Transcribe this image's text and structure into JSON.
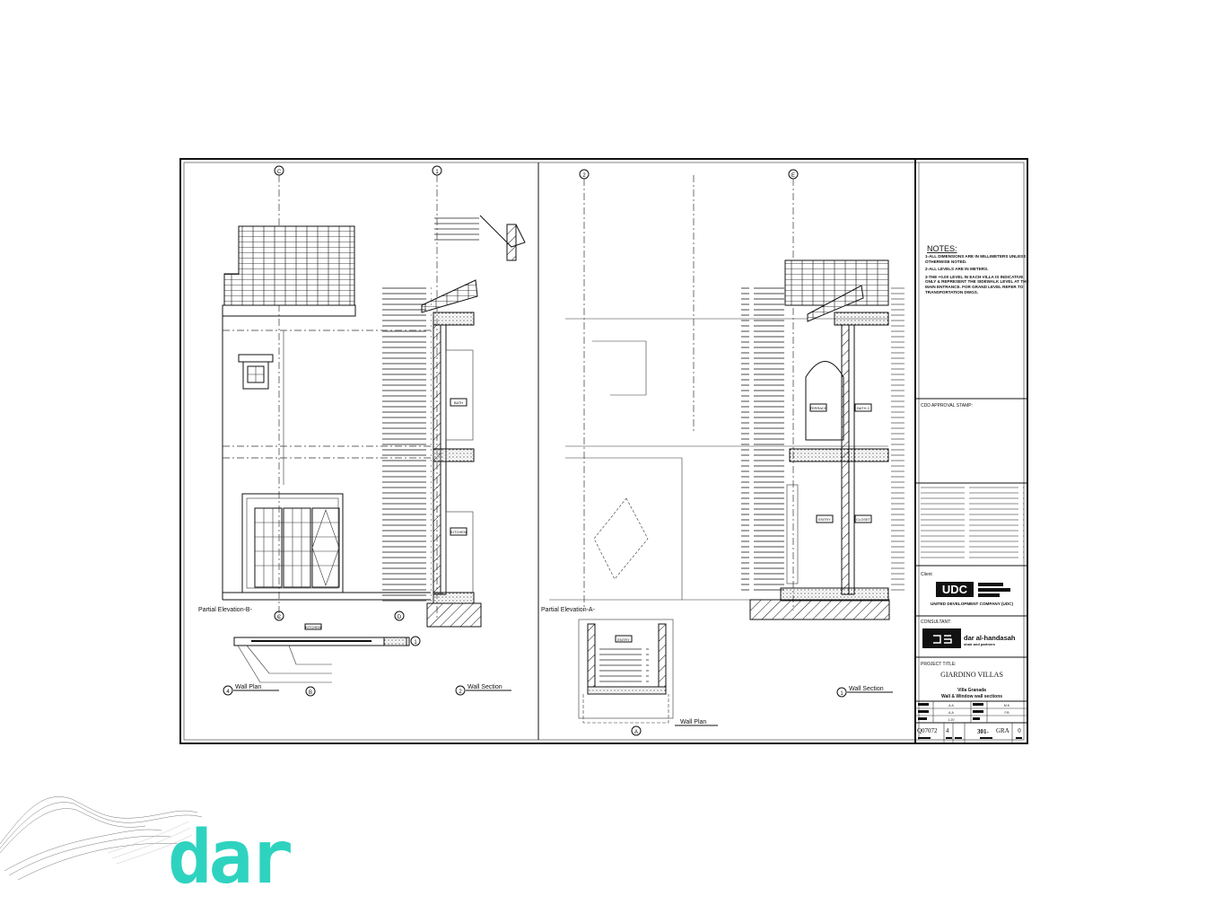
{
  "sheet": {
    "left_panel": {
      "grid_bubbles": [
        "C",
        "1"
      ],
      "elevation_title": "Partial Elevation-B-",
      "plan_title": "Wall Plan",
      "plan_number": "4",
      "plan_bubbles": [
        "C",
        "D",
        "1",
        "B"
      ],
      "section_title": "Wall Section",
      "section_number": "2",
      "room_labels": [
        "BATH",
        "KITCHEN",
        "KITCHEN"
      ]
    },
    "right_panel": {
      "grid_bubbles": [
        "2",
        "E"
      ],
      "elevation_title": "Partial Elevation-A-",
      "plan_title": "Wall Plan",
      "plan_bubble": "A",
      "section_title": "Wall Section",
      "section_number": "1",
      "room_labels": [
        "TERRACE",
        "BATH 2",
        "ENTRY",
        "CLOSET",
        "ENTRY"
      ]
    },
    "title_block": {
      "notes_heading": "NOTES:",
      "notes": [
        "1-ALL DIMENSIONS ARE IN MILLIMETERS UNLESS OTHERWISE NOTED.",
        "2-ALL LEVELS ARE IN METERS.",
        "3-THE +0.00 LEVEL IN EACH VILLA IS INDICATIVE ONLY & REPRESENT THE SIDEWALK LEVEL AT THE MAIN ENTRANCE. FOR GRAND LEVEL REFER TO TRANSPORTATION DWGS."
      ],
      "stamp_label": "CDD APPROVAL STAMP:",
      "client_label": "Client",
      "client_logo": "UDC",
      "client_name": "UNITED DEVELOPMENT COMPANY (UDC)",
      "consultant_label": "CONSULTANT:",
      "consultant_name": "dar al-handasah",
      "consultant_sub": "shair and partners",
      "project_label": "PROJECT TITLE:",
      "project_title": "GIARDINO VILLAS",
      "drawing_title_1": "Villa Granada",
      "drawing_title_2": "Wall & Window wall sections",
      "drawn_by": "A.A",
      "checked_by": "M.K",
      "designed_by": "A.A",
      "approved_by": "F.B",
      "scale": "1:20",
      "project_no": "Q07072",
      "sheet_part": "4",
      "drawing_no": "301-",
      "discipline": "GRA",
      "revision": "0"
    }
  },
  "brand": {
    "logo_text": "dar",
    "logo_color": "#2ed3c0"
  }
}
